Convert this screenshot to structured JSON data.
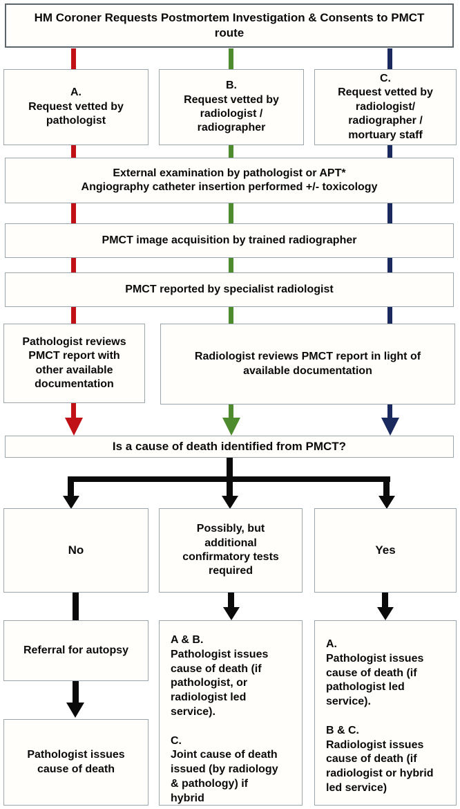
{
  "figure": {
    "type": "flowchart",
    "title": "PMCT postmortem investigation pathway"
  },
  "colors": {
    "route_a": "#bf1116",
    "route_b": "#4e8b2e",
    "route_c": "#1b2a5e",
    "connector": "#0a0a0a",
    "box_border": "#9aa4ab",
    "start_border": "#5a646b"
  },
  "nodes": {
    "start": "HM Coroner Requests Postmortem Investigation & Consents to PMCT route",
    "vet_a": "A.\nRequest vetted by\npathologist",
    "vet_b": "B.\nRequest vetted by\nradiologist /\nradiographer",
    "vet_c": "C.\nRequest vetted by\nradiologist/\nradiographer /\nmortuary staff",
    "external_exam": "External examination by pathologist or APT*\nAngiography catheter insertion performed +/- toxicology",
    "acquisition": "PMCT image acquisition by trained radiographer",
    "reported": "PMCT reported by specialist radiologist",
    "pathologist_review": "Pathologist reviews\nPMCT report with\nother available\ndocumentation",
    "radiologist_review": "Radiologist reviews PMCT report in light of\navailable documentation",
    "question": "Is a cause of death identified from PMCT?",
    "outcome_no": "No",
    "outcome_possibly": "Possibly, but\nadditional\nconfirmatory tests\nrequired",
    "outcome_yes": "Yes",
    "referral": "Referral for autopsy",
    "pathologist_issues": "Pathologist issues\ncause of death",
    "possibly_detail": "A & B.\nPathologist issues\ncause of death (if\npathologist, or\nradiologist led\nservice).\n\nC.\nJoint cause of death\nissued (by radiology\n& pathology) if\nhybrid",
    "yes_detail": "A.\nPathologist issues\ncause of death (if\npathologist led\nservice).\n\nB & C.\nRadiologist issues\ncause of death (if\nradiologist or hybrid\nled service)"
  }
}
